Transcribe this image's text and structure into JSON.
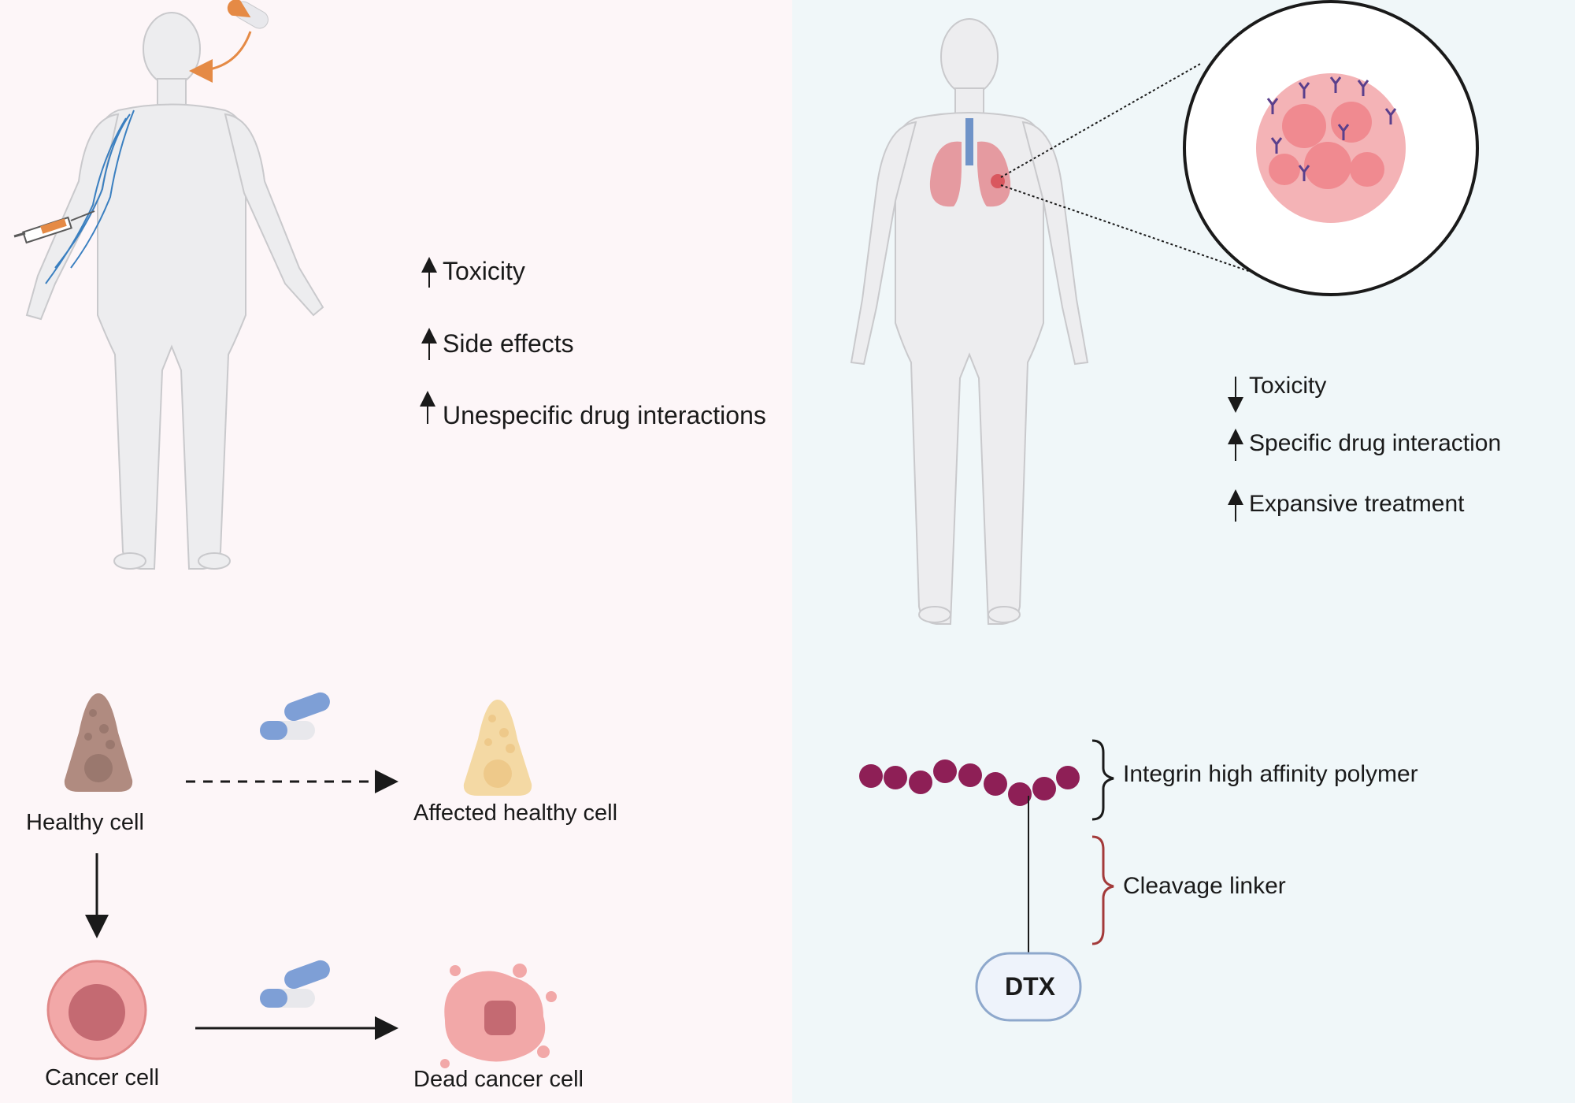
{
  "colors": {
    "left_bg": "#fdf6f8",
    "right_bg": "#f0f7f9",
    "body_fill": "#ededef",
    "body_stroke": "#c9c9cc",
    "polymer": "#8e1f56",
    "bracket_top": "#1a1a1a",
    "bracket_bottom": "#a33a3a",
    "dtx_border": "#8ea8cc",
    "dtx_fill": "#eef3fb",
    "capsule_blue": "#7e9fd6",
    "capsule_white": "#e8e8ec",
    "healthy_cell": "#b08b80",
    "affected_cell": "#f4d9a4",
    "cancer_cell": "#f2a8a8",
    "lung": "#e59aa0",
    "tumor": "#f08a90",
    "antibody": "#5a3f8c"
  },
  "left": {
    "effects": [
      {
        "direction": "up",
        "label": "Toxicity"
      },
      {
        "direction": "up",
        "label": "Side effects"
      },
      {
        "direction": "up",
        "label": "Unespecific drug interactions"
      }
    ],
    "cells": {
      "healthy": "Healthy cell",
      "affected": "Affected healthy cell",
      "cancer": "Cancer cell",
      "dead": "Dead cancer cell"
    }
  },
  "right": {
    "effects": [
      {
        "direction": "down",
        "label": "Toxicity"
      },
      {
        "direction": "up",
        "label": "Specific drug interaction"
      },
      {
        "direction": "up",
        "label": "Expansive treatment"
      }
    ],
    "conjugate": {
      "polymer_label": "Integrin high affinity polymer",
      "linker_label": "Cleavage linker",
      "drug_label": "DTX"
    }
  }
}
